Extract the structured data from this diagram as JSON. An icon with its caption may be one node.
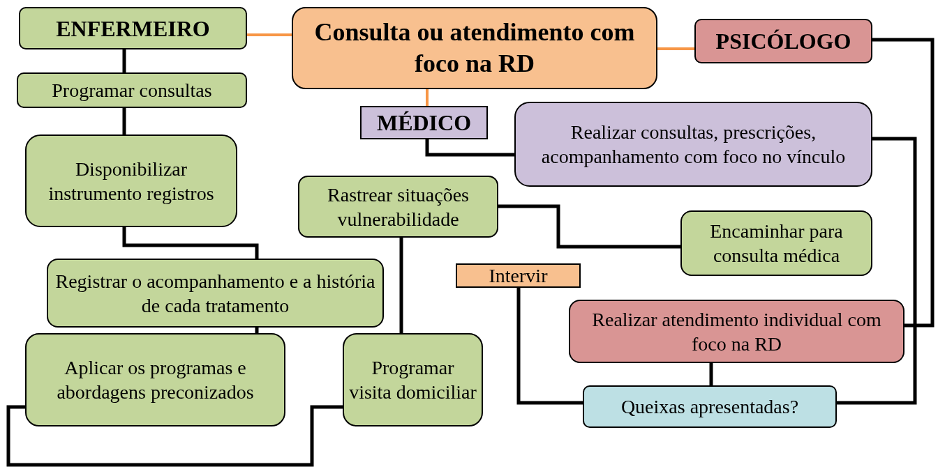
{
  "diagram": {
    "nodes": [
      {
        "text": [
          "Consulta ou atendimento com foco na RD"
        ]
      },
      {
        "text": [
          "ENFERMEIRO"
        ]
      },
      {
        "text": [
          "PSICÓLOGO"
        ]
      },
      {
        "text": [
          "MÉDICO"
        ]
      },
      {
        "text": [
          "Programar consultas"
        ]
      },
      {
        "text": [
          "Disponibilizar instrumento registros"
        ]
      },
      {
        "text": [
          "Realizar consultas, prescrições, acompanhamento com foco no vínculo"
        ]
      },
      {
        "text": [
          "Rastrear situações vulnerabilidade"
        ]
      },
      {
        "text": [
          "Encaminhar para consulta médica"
        ]
      },
      {
        "text": [
          "Intervir"
        ]
      },
      {
        "text": [
          "Registrar o acompanhamento e a história de cada tratamento"
        ]
      },
      {
        "text": [
          "Realizar atendimento individual com foco na RD"
        ]
      },
      {
        "text": [
          "Aplicar os programas e abordagens preconizados"
        ]
      },
      {
        "text": [
          "Programar visita domiciliar"
        ]
      },
      {
        "text": [
          "Queixas apresentadas?"
        ]
      }
    ],
    "edges": [
      {
        "from": 1,
        "to": 0,
        "arrow": "none",
        "color": "#f79646"
      },
      {
        "from": 0,
        "to": 2,
        "arrow": "none",
        "color": "#f79646"
      },
      {
        "from": 0,
        "to": 3,
        "arrow": "none",
        "color": "#f79646"
      },
      {
        "from": 1,
        "to": 4,
        "arrow": "none"
      },
      {
        "from": 4,
        "to": 5,
        "arrow": "none"
      },
      {
        "from": 5,
        "to": 10,
        "arrow": "none"
      },
      {
        "from": 10,
        "to": 12,
        "arrow": "none"
      },
      {
        "from": 12,
        "to": 13,
        "arrow": "none"
      },
      {
        "from": 7,
        "to": 13,
        "arrow": "none"
      },
      {
        "from": 7,
        "to": 8,
        "arrow": "none"
      },
      {
        "from": 3,
        "to": 6,
        "arrow": "none"
      },
      {
        "from": 2,
        "to": 11,
        "arrow": "none"
      },
      {
        "from": 6,
        "to": 14,
        "arrow": "none"
      },
      {
        "from": 11,
        "to": 14,
        "arrow": "none"
      },
      {
        "from": 9,
        "to": 14,
        "arrow": "none"
      }
    ]
  }
}
